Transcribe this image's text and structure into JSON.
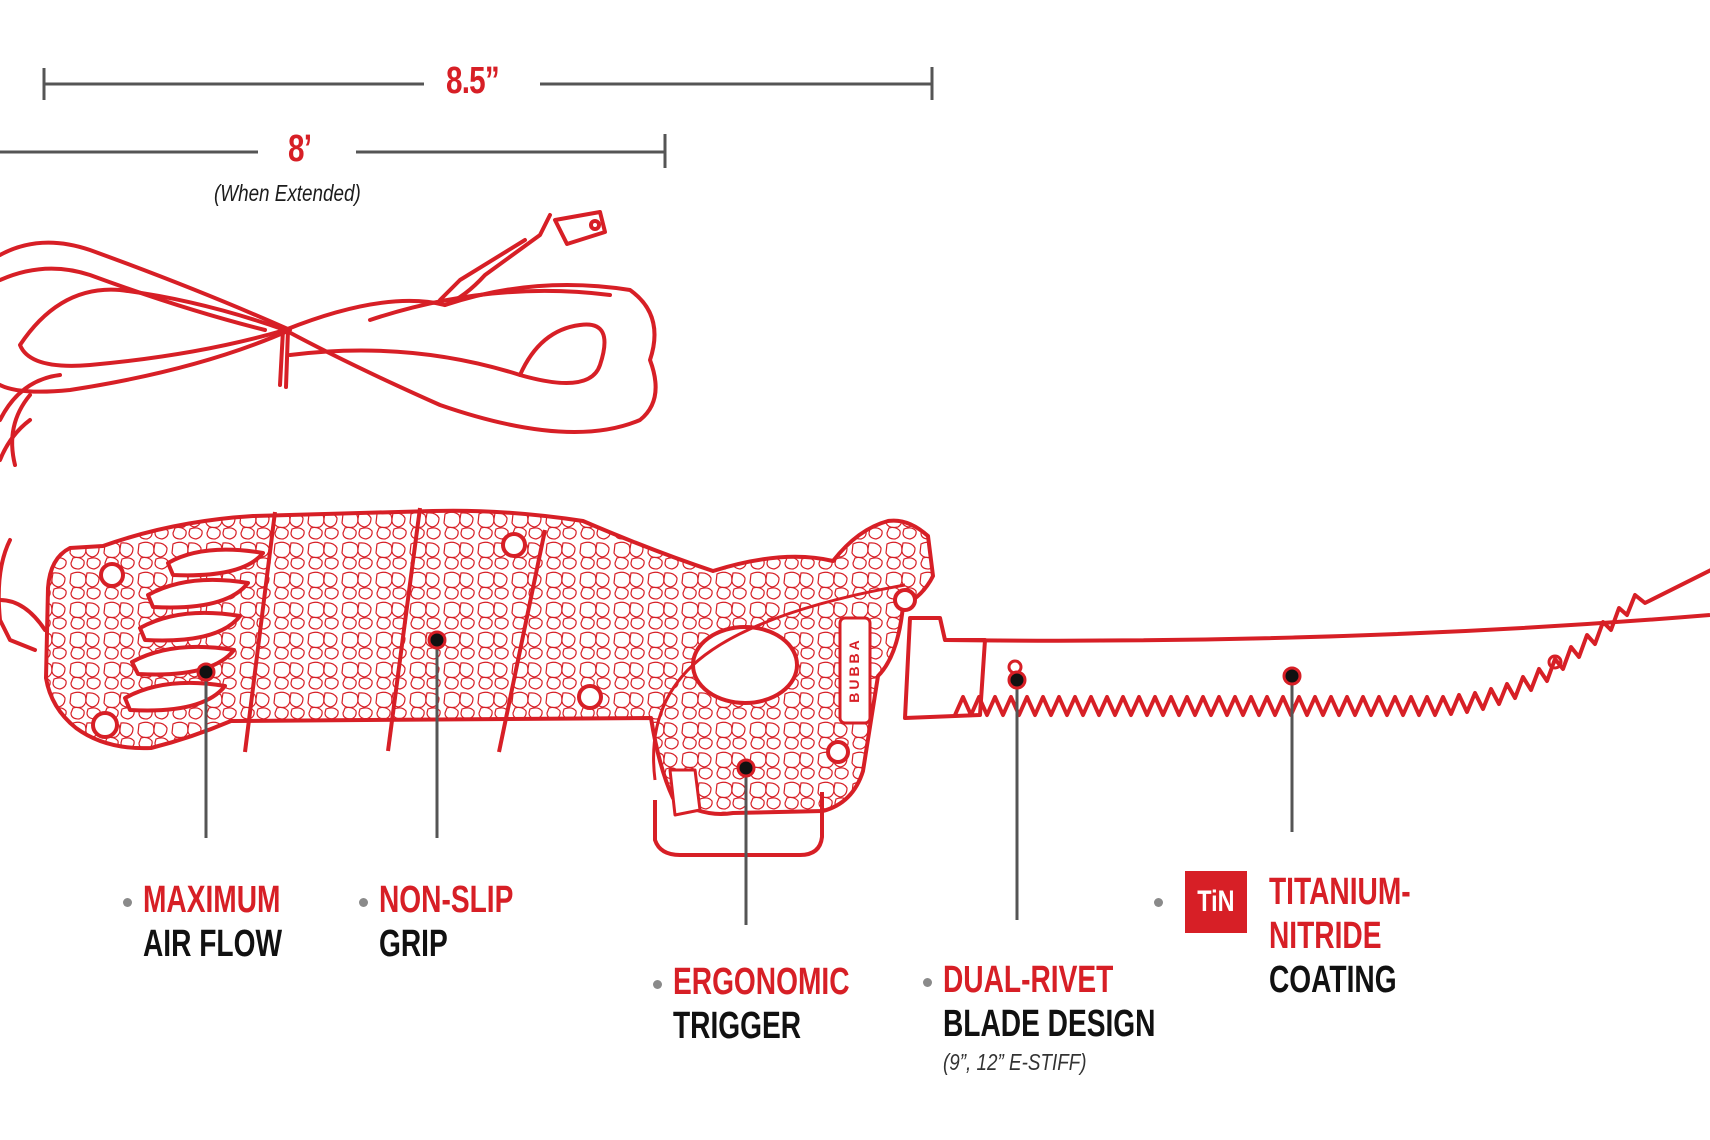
{
  "dimensions": {
    "knife_length": {
      "label": "8.5”"
    },
    "cord_length": {
      "label": "8’",
      "note": "(When Extended)"
    }
  },
  "callouts": [
    {
      "id": "air-flow",
      "highlight": "MAXIMUM",
      "text": "AIR FLOW"
    },
    {
      "id": "grip",
      "highlight": "NON-SLIP",
      "text": "GRIP"
    },
    {
      "id": "trigger",
      "highlight": "ERGONOMIC",
      "text": "TRIGGER"
    },
    {
      "id": "blade",
      "highlight": "DUAL-RIVET",
      "text": "BLADE DESIGN",
      "subtext": "(9”, 12” E-STIFF)"
    },
    {
      "id": "coating",
      "badge": "TiN",
      "highlight_line1": "TITANIUM-",
      "highlight_line2": "NITRIDE",
      "text": "COATING"
    }
  ],
  "product": {
    "brand_mark": "BUBBA"
  },
  "colors": {
    "accent": "#d71f26",
    "text": "#111111",
    "line": "#555555",
    "bullet": "#8a8a8a",
    "background": "#ffffff"
  }
}
